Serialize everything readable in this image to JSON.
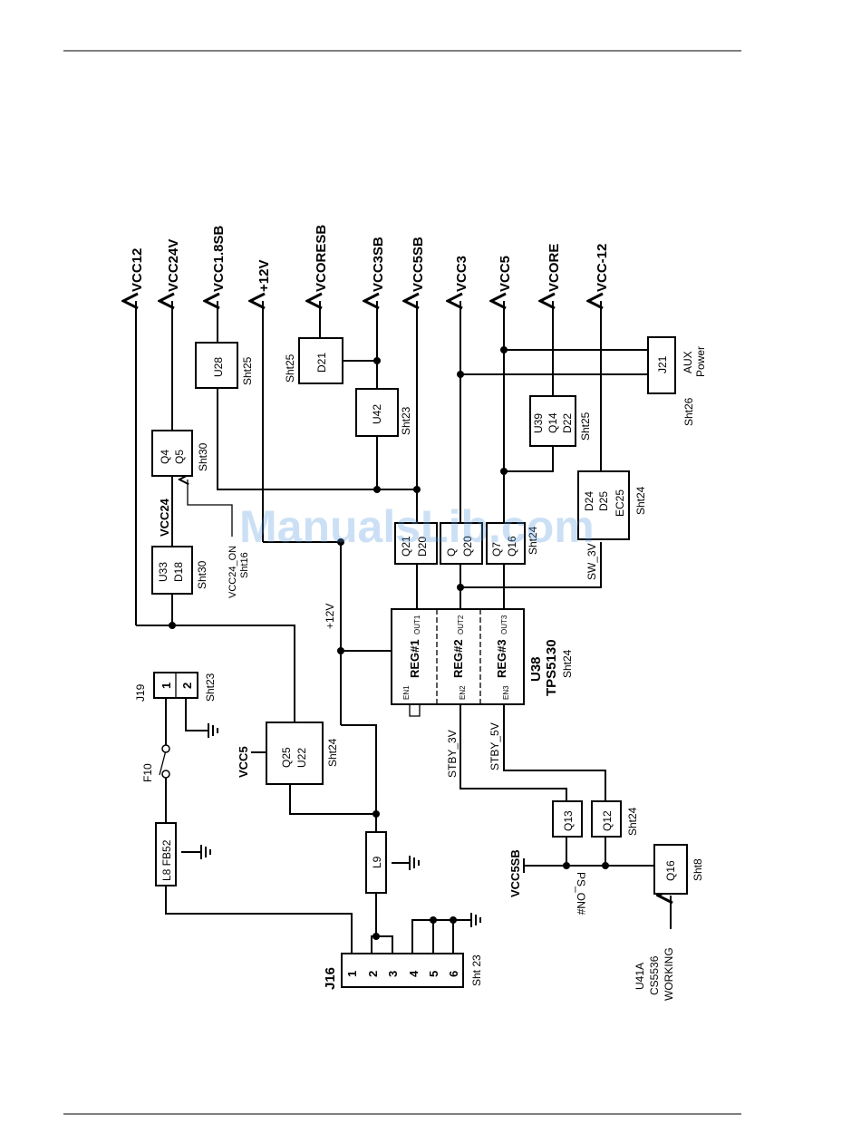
{
  "watermark": "ManualsLib.com",
  "rails": {
    "vcc12": "VCC12",
    "vcc24v": "VCC24V",
    "vcc18sb": "VCC1.8SB",
    "p12v": "+12V",
    "vcoresb": "VCORESB",
    "vcc3sb": "VCC3SB",
    "vcc5sb": "VCC5SB",
    "vcc3": "VCC3",
    "vcc5": "VCC5",
    "vcore": "VCORE",
    "vccm12": "VCC-12"
  },
  "connectors": {
    "j16": {
      "label": "J16",
      "sheet": "Sht 23",
      "pins": [
        "1",
        "2",
        "3",
        "4",
        "5",
        "6"
      ]
    },
    "j19": {
      "label": "J19",
      "sheet": "Sht23",
      "pins": [
        "1",
        "2"
      ]
    },
    "j21": {
      "label": "J21",
      "note1": "AUX",
      "note2": "Power",
      "sheet": "Sht26"
    }
  },
  "components": {
    "f10": "F10",
    "l8": "L8 FB52",
    "l9": "L9",
    "u28": {
      "label": "U28",
      "sheet": "Sht25"
    },
    "d21": {
      "label": "D21",
      "sheet": "Sht25"
    },
    "u42": {
      "label": "U42",
      "sheet": "Sht23"
    },
    "q4q5": {
      "line1": "Q4",
      "line2": "Q5",
      "sheet": "Sht30"
    },
    "u33d18": {
      "line1": "U33",
      "line2": "D18",
      "sheet": "Sht30"
    },
    "q25u22": {
      "line1": "Q25",
      "line2": "U22",
      "sheet": "Sht24"
    },
    "u39": {
      "line1": "U39",
      "line2": "Q14",
      "line3": "D22",
      "sheet": "Sht25"
    },
    "d24": {
      "line1": "D24",
      "line2": "D25",
      "line3": "EC25",
      "sheet": "Sht24"
    },
    "qa": {
      "line1": "Q21",
      "line2": "D20"
    },
    "qb": {
      "line1": "Q",
      "line2": "Q20"
    },
    "qc": {
      "line1": "Q7",
      "line2": "Q16",
      "sheet": "Sht24"
    },
    "u38": {
      "label": "U38",
      "part": "TPS5130",
      "sheet": "Sht24"
    },
    "q13": {
      "label": "Q13"
    },
    "q12": {
      "label": "Q12",
      "sheet": "Sht24"
    },
    "q16": {
      "label": "Q16",
      "sheet": "Sht8"
    },
    "u41a": {
      "line1": "U41A",
      "line2": "CS5536",
      "line3": "WORKING"
    }
  },
  "regulator": {
    "reg1": "REG#1",
    "reg2": "REG#2",
    "reg3": "REG#3",
    "out1": "OUT1",
    "out2": "OUT2",
    "out3": "OUT3",
    "en1": "EN1",
    "en2": "EN2",
    "en3": "EN3"
  },
  "nets": {
    "vcc24": "VCC24",
    "vcc24_on": "VCC24_ON",
    "vcc24_on_sheet": "Sht16",
    "vcc5": "VCC5",
    "p12v": "+12V",
    "sw3v": "SW_3V",
    "stby3v": "STBY_3V",
    "stby5v": "STBY_5V",
    "vcc5sb": "VCC5SB",
    "ps_on": "PS_ON#"
  }
}
